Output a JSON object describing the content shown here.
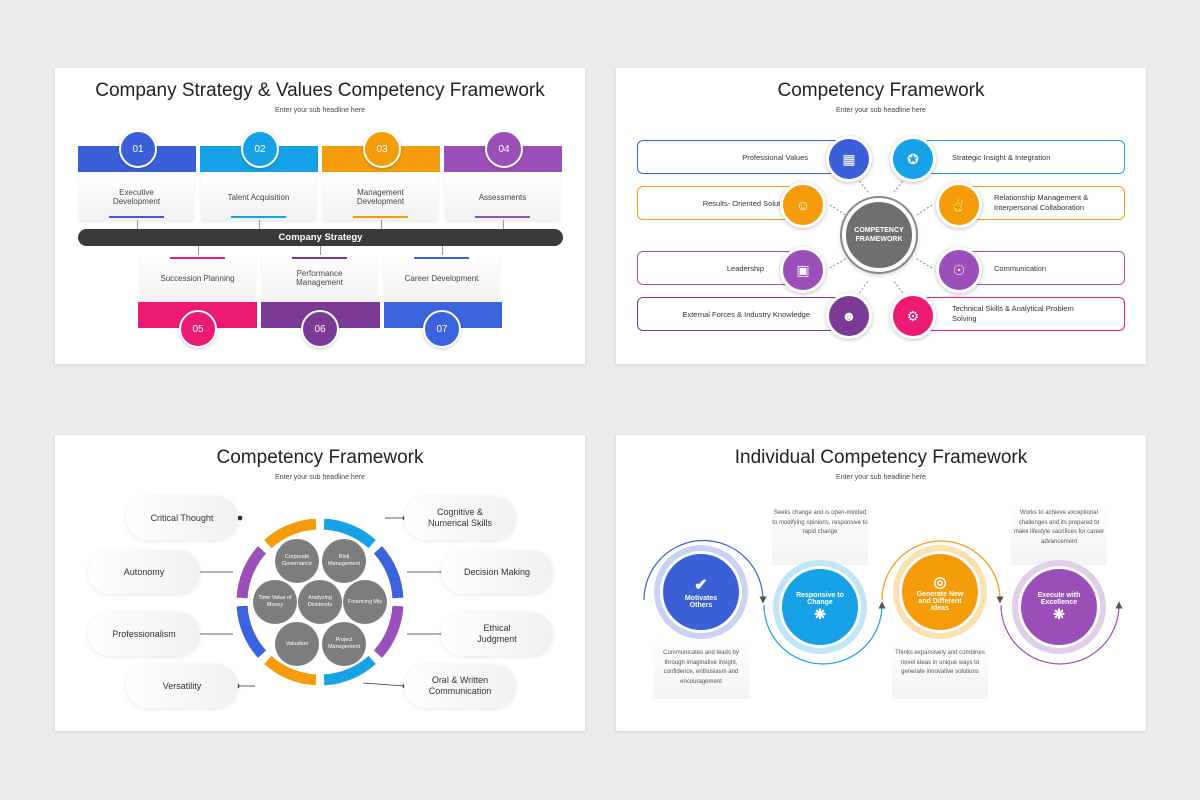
{
  "slide1": {
    "title": "Company Strategy & Values Competency Framework",
    "subtitle": "Enter your sub headline here",
    "strategy_label": "Company Strategy",
    "top_items": [
      {
        "num": "01",
        "label": "Executive Development",
        "color": "#3b5fd6"
      },
      {
        "num": "02",
        "label": "Talent Acquisition",
        "color": "#17a2e8"
      },
      {
        "num": "03",
        "label": "Management Development",
        "color": "#f59c0a"
      },
      {
        "num": "04",
        "label": "Assessments",
        "color": "#9b4fb8"
      }
    ],
    "bottom_items": [
      {
        "num": "05",
        "label": "Succession Planning",
        "color": "#ec1a73"
      },
      {
        "num": "06",
        "label": "Performance Management",
        "color": "#7b3a96"
      },
      {
        "num": "07",
        "label": "Career Development",
        "color": "#3b63dd"
      }
    ]
  },
  "slide2": {
    "title": "Competency Framework",
    "subtitle": "Enter your sub headline here",
    "center": "COMPETENCY FRAMEWORK",
    "left_items": [
      {
        "label": "Professional Values",
        "color": "#3b5fd6",
        "icon": "chart-icon"
      },
      {
        "label": "Results- Oriented Solutions",
        "color": "#f59c0a",
        "icon": "team-icon"
      },
      {
        "label": "Leadership",
        "color": "#9b4fb8",
        "icon": "presentation-icon"
      },
      {
        "label": "External Forces & Industry Knowledge",
        "color": "#7b3a96",
        "icon": "people-icon"
      }
    ],
    "right_items": [
      {
        "label": "Strategic Insight & Integration",
        "color": "#17a2e8",
        "icon": "award-icon"
      },
      {
        "label": "Relationship Management & Interpersonal Collaboration",
        "color": "#f59c0a",
        "icon": "handshake-icon"
      },
      {
        "label": "Communication",
        "color": "#9b4fb8",
        "icon": "network-icon"
      },
      {
        "label": "Technical Skills & Analytical Problem Solving",
        "color": "#ec1a73",
        "icon": "solving-icon"
      }
    ]
  },
  "slide3": {
    "title": "Competency Framework",
    "subtitle": "Enter your sub headline here",
    "left_items": [
      "Critical Thought",
      "Autonomy",
      "Professionalism",
      "Versatility"
    ],
    "right_items": [
      "Cognitive & Numerical Skills",
      "Decision Making",
      "Ethical Judgment",
      "Oral & Written Communication"
    ],
    "inner_circles": [
      "Corporate Governance",
      "Risk Management",
      "Time Value of Money",
      "Analyzing Dividends",
      "Financing Mix",
      "Valuation",
      "Project Management"
    ],
    "ring_colors": [
      "#17a2e8",
      "#3b63dd",
      "#9b4fb8",
      "#17a2e8",
      "#f59c0a",
      "#3b63dd",
      "#9b4fb8",
      "#f59c0a"
    ]
  },
  "slide4": {
    "title": "Individual Competency Framework",
    "subtitle": "Enter your sub headline here",
    "steps": [
      {
        "label": "Motivates Others",
        "color": "#3b5fd6",
        "halo": "#c9d3f3",
        "desc": "Communicates and leads by through imaginative insight, confidence, enthusiasm and encouragement"
      },
      {
        "label": "Responsive to Change",
        "color": "#17a2e8",
        "halo": "#bfe6f8",
        "desc": "Seeks change and is open-minded to modifying opinions, responsive to rapid change"
      },
      {
        "label": "Generate New and Different Ideas",
        "color": "#f59c0a",
        "halo": "#fde0b0",
        "desc": "Thinks expansively and combines novel ideas in unique ways to generate innovative solutions"
      },
      {
        "label": "Execute with Excellence",
        "color": "#9b4fb8",
        "halo": "#e2cdea",
        "desc": "Works to achieve exceptional challenges and its prepared to make lifestyle sacrifices for career advancement"
      }
    ]
  }
}
